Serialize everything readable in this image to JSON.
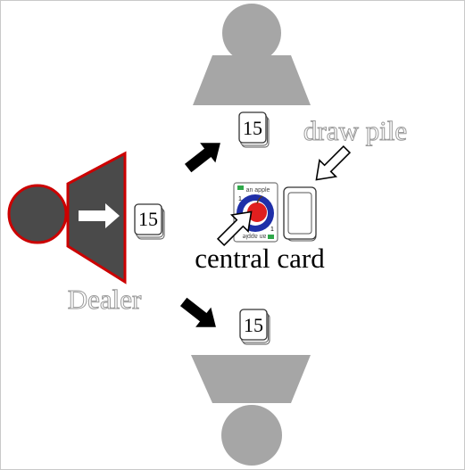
{
  "labels": {
    "draw_pile": "draw pile",
    "central_card": "central card",
    "dealer": "Dealer"
  },
  "stacks": {
    "left": "15",
    "top": "15",
    "bottom": "15"
  },
  "central_card_face": {
    "caption_top": "an apple",
    "caption_bottom": "an apple",
    "corner_top": "1",
    "corner_bottom": "1"
  },
  "icons": [
    "dealer-figure-icon",
    "player-figure-icon",
    "arrow-icon",
    "apple-icon"
  ],
  "colors": {
    "dealer_fill": "#4a4a4a",
    "dealer_outline": "#cc0000",
    "player_fill": "#a6a6a6",
    "arrow": "#000000",
    "label_hollow": "#9a9a9a",
    "apple": "#e01f1f",
    "target_ring": "#1f2fa8",
    "card_accent": "#2fa84a"
  }
}
